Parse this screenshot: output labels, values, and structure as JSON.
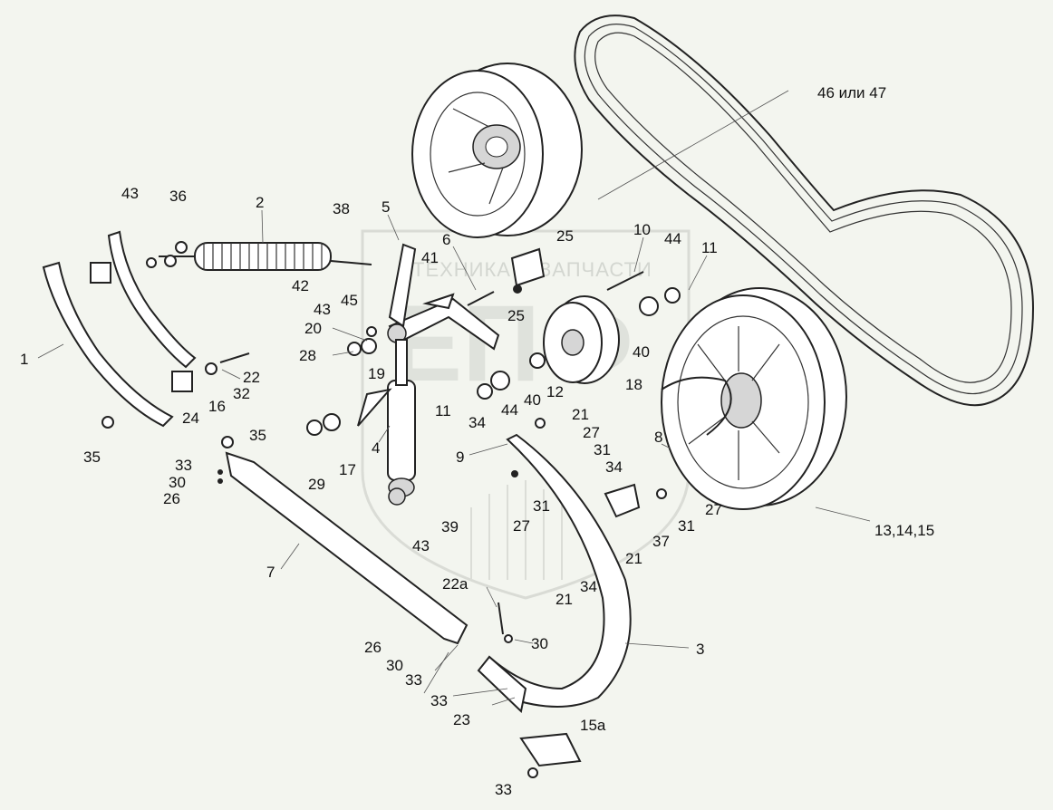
{
  "diagram": {
    "watermark": {
      "brand_text": "ТЕХНИКА И ЗАПЧАСТИ",
      "logo_text": "ЕПФ"
    },
    "labels": {
      "l1": "1",
      "l2": "2",
      "l3": "3",
      "l4": "4",
      "l5": "5",
      "l6": "6",
      "l7": "7",
      "l8": "8",
      "l9": "9",
      "l10": "10",
      "l11a": "11",
      "l11b": "11",
      "l12": "12",
      "l13": "13,14,15",
      "l15a": "15а",
      "l16": "16",
      "l17": "17",
      "l18": "18",
      "l19": "19",
      "l20": "20",
      "l21a": "21",
      "l21b": "21",
      "l21c": "21",
      "l22": "22",
      "l22a": "22а",
      "l23": "23",
      "l24": "24",
      "l25a": "25",
      "l25b": "25",
      "l26a": "26",
      "l26b": "26",
      "l27a": "27",
      "l27b": "27",
      "l27c": "27",
      "l28": "28",
      "l29": "29",
      "l30a": "30",
      "l30b": "30",
      "l30c": "30",
      "l31a": "31",
      "l31b": "31",
      "l31c": "31",
      "l32": "32",
      "l33a": "33",
      "l33b": "33",
      "l33c": "33",
      "l33d": "33",
      "l34a": "34",
      "l34b": "34",
      "l34c": "34",
      "l35a": "35",
      "l35b": "35",
      "l36": "36",
      "l37": "37",
      "l38": "38",
      "l39": "39",
      "l40a": "40",
      "l40b": "40",
      "l41": "41",
      "l42": "42",
      "l43a": "43",
      "l43b": "43",
      "l43c": "43",
      "l44a": "44",
      "l44b": "44",
      "l45": "45",
      "l46": "46 или 47"
    }
  }
}
